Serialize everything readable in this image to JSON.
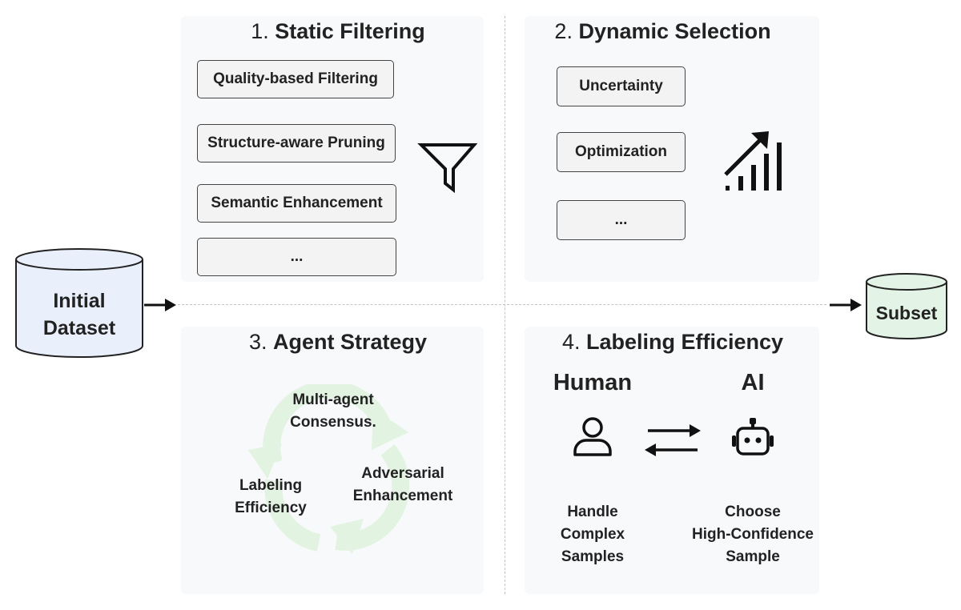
{
  "input": {
    "label_line1": "Initial",
    "label_line2": "Dataset",
    "fill": "#eaf0fb"
  },
  "output": {
    "label": "Subset",
    "fill": "#e3f4e6"
  },
  "panels": {
    "static": {
      "num": "1.",
      "title": "Static Filtering",
      "items": [
        "Quality-based Filtering",
        "Structure-aware Pruning",
        "Semantic Enhancement",
        "..."
      ],
      "icon": "funnel-icon"
    },
    "dynamic": {
      "num": "2.",
      "title": "Dynamic Selection",
      "items": [
        "Uncertainty",
        "Optimization",
        "..."
      ],
      "icon": "growth-chart-icon"
    },
    "agent": {
      "num": "3.",
      "title": "Agent Strategy",
      "cycle": {
        "top_line1": "Multi-agent",
        "top_line2": "Consensus.",
        "right_line1": "Adversarial",
        "right_line2": "Enhancement",
        "left_line1": "Labeling",
        "left_line2": "Efficiency",
        "arrow_color": "#e2f3e2"
      },
      "icon": "cycle-arrows-icon"
    },
    "labeling": {
      "num": "4.",
      "title": "Labeling Efficiency",
      "human": "Human",
      "ai": "AI",
      "human_desc": [
        "Handle",
        "Complex",
        "Samples"
      ],
      "ai_desc": [
        "Choose",
        "High-Confidence",
        "Sample"
      ],
      "icons": [
        "person-icon",
        "swap-arrows-icon",
        "robot-icon"
      ]
    }
  }
}
